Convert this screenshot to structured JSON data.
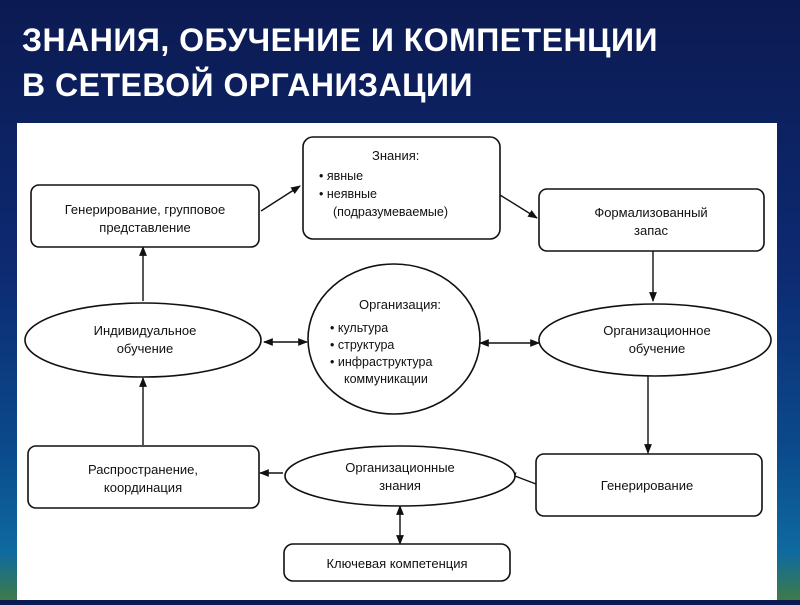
{
  "slide": {
    "title_line1": "ЗНАНИЯ, ОБУЧЕНИЕ И КОМПЕТЕНЦИИ",
    "title_line2": "В СЕТЕВОЙ ОРГАНИЗАЦИИ"
  },
  "diagram": {
    "knowledge": {
      "title": "Знания:",
      "item1": "• явные",
      "item2": "• неявные",
      "item3": "(подразумеваемые)"
    },
    "generation_group": {
      "line1": "Генерирование, групповое",
      "line2": "представление"
    },
    "formalized_stock": {
      "line1": "Формализованный",
      "line2": "запас"
    },
    "organization": {
      "title": "Организация:",
      "item1": "• культура",
      "item2": "• структура",
      "item3": "• инфраструктура",
      "item4": "коммуникации"
    },
    "individual_learning": {
      "line1": "Индивидуальное",
      "line2": "обучение"
    },
    "organizational_learning": {
      "line1": "Организационное",
      "line2": "обучение"
    },
    "dissemination": {
      "line1": "Распространение,",
      "line2": "координация"
    },
    "organizational_knowledge": {
      "line1": "Организационные",
      "line2": "знания"
    },
    "generation": {
      "label": "Генерирование"
    },
    "core_competence": {
      "label": "Ключевая компетенция"
    }
  }
}
